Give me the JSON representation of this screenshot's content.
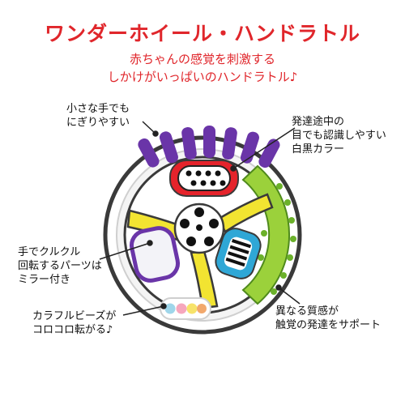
{
  "header": {
    "title": "ワンダーホイール・ハンドラトル",
    "subtitle_line1": "赤ちゃんの感覚を刺激する",
    "subtitle_line2": "しかけがいっぱいのハンドラトル♪"
  },
  "callouts": {
    "grip": [
      "小さな手でも",
      "にぎりやすい"
    ],
    "contrast": [
      "発達途中の",
      "目でも認識しやすい",
      "白黒カラー"
    ],
    "spin": [
      "手でクルクル",
      "回転するパーツは",
      "ミラー付き"
    ],
    "beads": [
      "カラフルビーズが",
      "コロコロ転がる♪"
    ],
    "texture": [
      "異なる質感が",
      "触覚の発達をサポート"
    ]
  },
  "colors": {
    "title_red": "#e0262b",
    "grip_purple": "#6a35a8",
    "spoke_yellow": "#f2e431",
    "texture_green": "#9bd13b",
    "mirror_blue": "#2fa7d6",
    "red_panel": "#e5232b"
  }
}
